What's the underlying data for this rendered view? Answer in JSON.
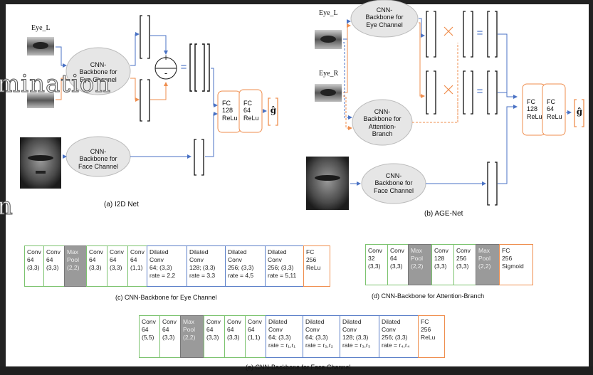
{
  "overlay_text": {
    "top": "mination",
    "bottom": "n"
  },
  "i2d": {
    "eye_label": "Eye_L",
    "cnn_eye": "CNN-\nBackbone for\nEye Channel",
    "cnn_face": "CNN-\nBackbone for\nFace Channel",
    "fc1": "FC\n128\nReLu",
    "fc2": "FC\n64\nReLu",
    "output": "ĝ",
    "caption": "(a) I2D Net",
    "plus": "+",
    "minus": "-",
    "equals": "="
  },
  "age": {
    "eye_l": "Eye_L",
    "eye_r": "Eye_R",
    "cnn_eye": "CNN-\nBackbone for\nEye Channel",
    "cnn_att": "CNN-\nBackbone for\nAttention-\nBranch",
    "cnn_face": "CNN-\nBackbone for\nFace Channel",
    "fc1": "FC\n128\nReLu",
    "fc2": "FC\n64\nReLu",
    "output": "ĝ",
    "caption": "(b) AGE-Net",
    "equals": "="
  },
  "eye_backbone": {
    "caption": "(c) CNN-Backbone for Eye Channel",
    "blocks": [
      {
        "text": "Conv\n64\n(3,3)",
        "style": "g"
      },
      {
        "text": "Conv\n64\n(3,3)",
        "style": "g"
      },
      {
        "text": "Max\nPool\n(2,2)",
        "style": "m"
      },
      {
        "text": "Conv\n64\n(3,3)",
        "style": "g"
      },
      {
        "text": "Conv\n64\n(3,3)",
        "style": "g"
      },
      {
        "text": "Conv\n64\n(1,1)",
        "style": "g"
      },
      {
        "text": "Dilated\nConv\n64; (3,3)\nrate = 2,2",
        "style": "b"
      },
      {
        "text": "Dilated\nConv\n128; (3,3)\nrate = 3,3",
        "style": "b"
      },
      {
        "text": "Dilated\nConv\n256; (3,3)\nrate = 4,5",
        "style": "b"
      },
      {
        "text": "Dilated\nConv\n256; (3,3)\nrate = 5,11",
        "style": "b"
      },
      {
        "text": "FC\n256\nReLu",
        "style": "o"
      }
    ]
  },
  "att_backbone": {
    "caption": "(d) CNN-Backbone for Attention-Branch",
    "blocks": [
      {
        "text": "Conv\n32\n(3,3)",
        "style": "g"
      },
      {
        "text": "Conv\n64\n(3,3)",
        "style": "g"
      },
      {
        "text": "Max\nPool\n(2,2)",
        "style": "m"
      },
      {
        "text": "Conv\n128\n(3,3)",
        "style": "g"
      },
      {
        "text": "Conv\n256\n(3,3)",
        "style": "g"
      },
      {
        "text": "Max\nPool\n(2,2)",
        "style": "m"
      },
      {
        "text": "FC\n256\nSigmoid",
        "style": "o"
      }
    ]
  },
  "face_backbone": {
    "caption": "(e) CNN-Backbone for Face Channel",
    "blocks": [
      {
        "text": "Conv\n64\n(5,5)",
        "style": "g"
      },
      {
        "text": "Conv\n64\n(3,3)",
        "style": "g"
      },
      {
        "text": "Max\nPool\n(2,2)",
        "style": "m"
      },
      {
        "text": "Conv\n64\n(3,3)",
        "style": "g"
      },
      {
        "text": "Conv\n64\n(3,3)",
        "style": "g"
      },
      {
        "text": "Conv\n64\n(1,1)",
        "style": "g"
      },
      {
        "text": "Dilated\nConv\n64; (3,3)\nrate = r₁,r₁",
        "style": "b"
      },
      {
        "text": "Dilated\nConv\n64; (3,3)\nrate = r₂,r₂",
        "style": "b"
      },
      {
        "text": "Dilated\nConv\n128; (3,3)\nrate = r₃,r₃",
        "style": "b"
      },
      {
        "text": "Dilated\nConv\n256; (3,3)\nrate = r₄,r₄",
        "style": "b"
      },
      {
        "text": "FC\n256\nReLu",
        "style": "o"
      }
    ]
  },
  "colors": {
    "blue": "#4a72c4",
    "orange": "#ef8e4e",
    "green": "#7cc36f",
    "ellipse": "#e6e6e6"
  }
}
